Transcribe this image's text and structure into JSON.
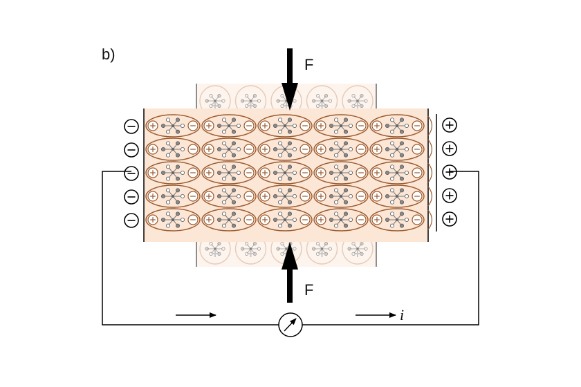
{
  "panel_label": "b)",
  "force_top_label": "F",
  "force_bottom_label": "F",
  "current_label": "i",
  "colors": {
    "crystal_fill": "#fce6d6",
    "dipole_stroke": "#9a5a2e",
    "atom_fill": "#8a8a8a",
    "wire": "#000000"
  },
  "counts": {
    "dipole_rows": 5,
    "dipole_cols": 5,
    "ghost_cells": 5,
    "left_charges": 5,
    "right_charges": 5
  },
  "icons": {
    "negative_charge": "minus-circle-icon",
    "positive_charge": "plus-circle-icon",
    "meter": "ammeter-icon",
    "force_arrow": "arrow-icon",
    "current_arrow": "arrow-icon"
  }
}
